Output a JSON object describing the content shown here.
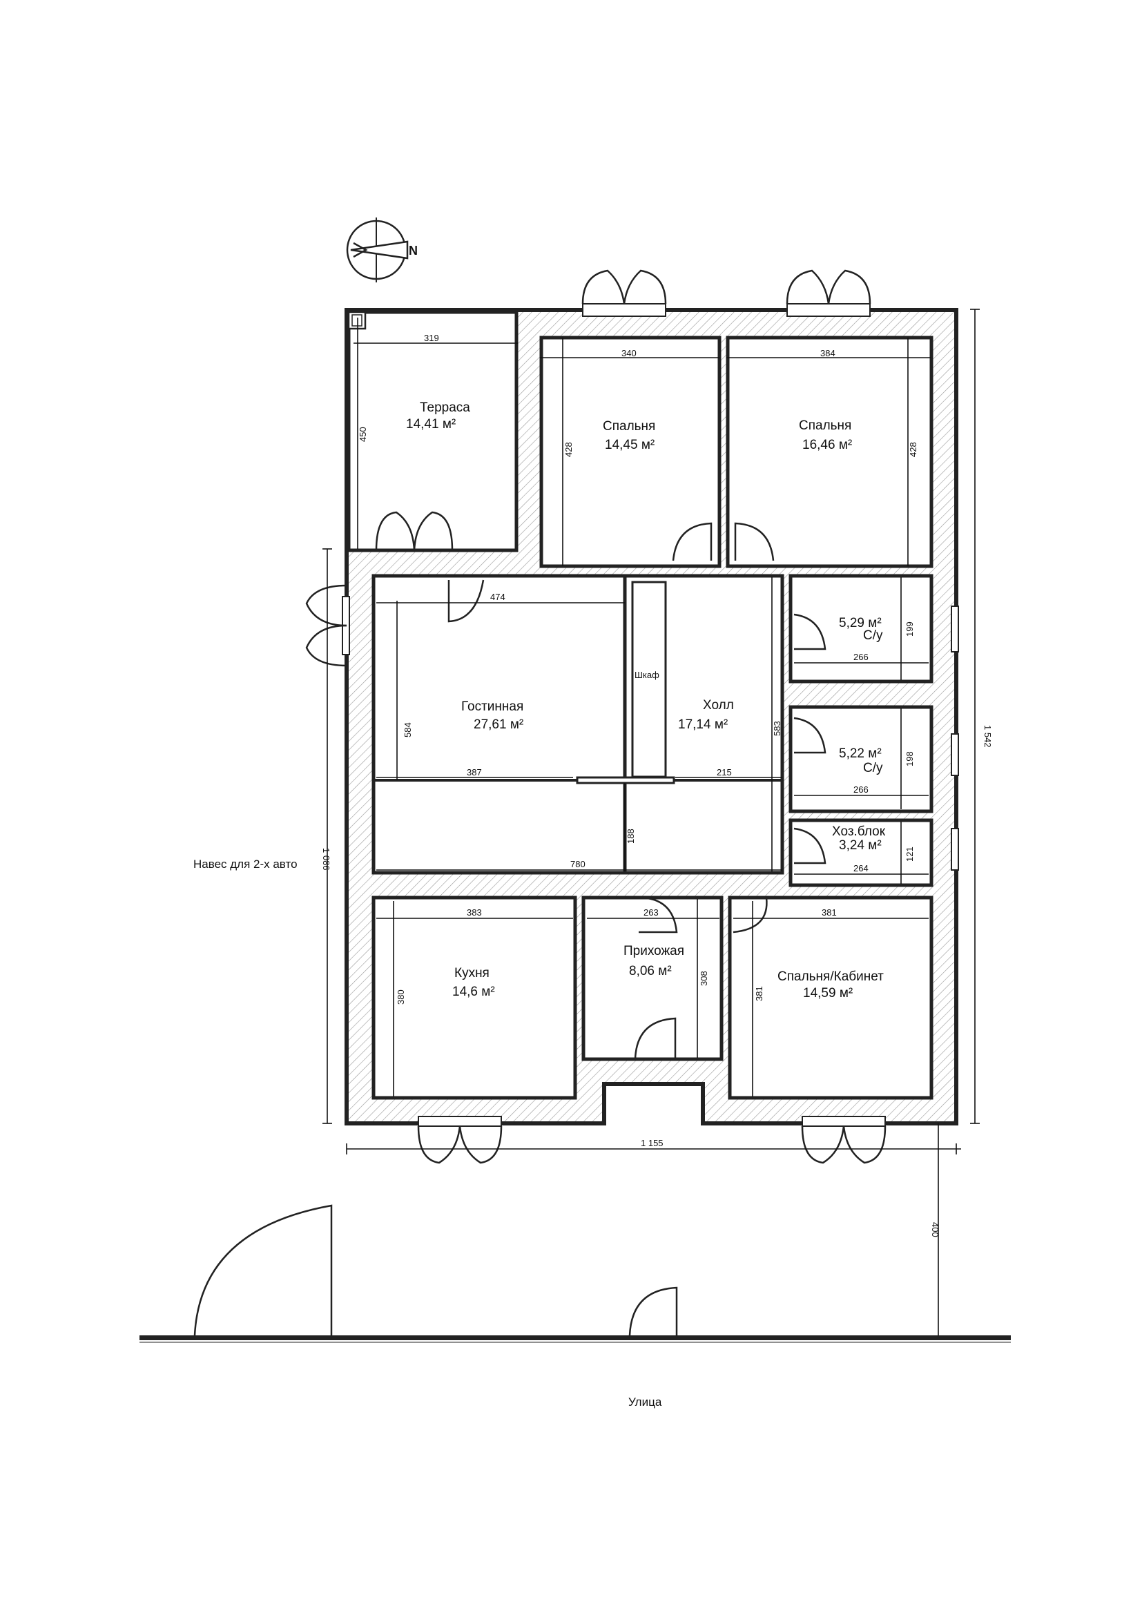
{
  "compass": {
    "label": "N"
  },
  "rooms": {
    "terrace": {
      "name": "Терраса",
      "area": "14,41 м²",
      "width": "319",
      "height": "450"
    },
    "bedroom1": {
      "name": "Спальня",
      "area": "14,45 м²",
      "width": "340",
      "height": "428"
    },
    "bedroom2": {
      "name": "Спальня",
      "area": "16,46 м²",
      "width": "384",
      "height": "428"
    },
    "wc1": {
      "name": "С/у",
      "area": "5,29 м²",
      "width": "266",
      "height": "199"
    },
    "wc2": {
      "name": "С/у",
      "area": "5,22 м²",
      "width": "266",
      "height": "198"
    },
    "utility": {
      "name": "Хоз.блок",
      "area": "3,24 м²",
      "width": "264",
      "height": "121"
    },
    "living": {
      "name": "Гостинная",
      "area": "27,61 м²",
      "width": "474",
      "height": "584",
      "inner_width": "387"
    },
    "closet": {
      "name": "Шкаф"
    },
    "hall": {
      "name": "Холл",
      "area": "17,14 м²",
      "width": "215",
      "height": "583",
      "corridor_height": "188",
      "corridor_width": "780"
    },
    "kitchen": {
      "name": "Кухня",
      "area": "14,6 м²",
      "width": "383",
      "height": "380"
    },
    "entrance": {
      "name": "Прихожая",
      "area": "8,06 м²",
      "width": "263",
      "height": "308"
    },
    "office": {
      "name": "Спальня/Кабинет",
      "area": "14,59 м²",
      "width": "381",
      "height": "381"
    }
  },
  "dimensions": {
    "overall_width": "1 155",
    "overall_height": "1 542",
    "carport_length": "1 086",
    "street_offset": "400"
  },
  "labels": {
    "carport": "Навес для 2-х авто",
    "street": "Улица"
  }
}
